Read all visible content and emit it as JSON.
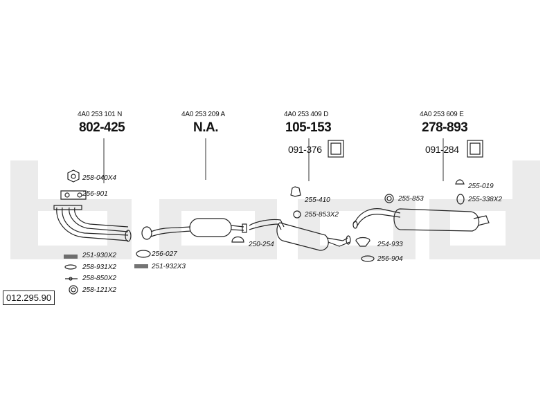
{
  "kit_number": "012.295.90",
  "watermark": "bosal",
  "sections": [
    {
      "ref": "4A0 253 101 N",
      "code": "802-425"
    },
    {
      "ref": "4A0 253 209 A",
      "code": "N.A."
    },
    {
      "ref": "4A0 253 409 D",
      "code": "105-153",
      "bracket": "091-376"
    },
    {
      "ref": "4A0 253 609 E",
      "code": "278-893",
      "bracket": "091-284"
    }
  ],
  "parts": [
    {
      "label": "258-040X4"
    },
    {
      "label": "256-901"
    },
    {
      "label": "251-930X2"
    },
    {
      "label": "258-931X2"
    },
    {
      "label": "258-850X2"
    },
    {
      "label": "258-121X2"
    },
    {
      "label": "256-027"
    },
    {
      "label": "251-932X3"
    },
    {
      "label": "250-254"
    },
    {
      "label": "255-410"
    },
    {
      "label": "255-853X2"
    },
    {
      "label": "255-853"
    },
    {
      "label": "254-933"
    },
    {
      "label": "256-904"
    },
    {
      "label": "255-019"
    },
    {
      "label": "255-338X2"
    }
  ]
}
